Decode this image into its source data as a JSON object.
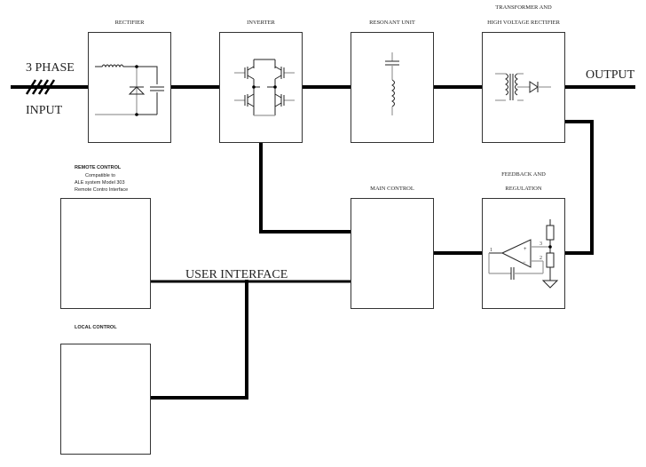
{
  "diagram": {
    "title": "High voltage power supply block diagram",
    "blocks": {
      "rectifier": {
        "label": "RECTIFIER"
      },
      "inverter": {
        "label": "INVERTER"
      },
      "resonant": {
        "label": "RESONANT UNIT"
      },
      "transformer": {
        "label_line1": "TRANSFORMER AND",
        "label_line2": "HIGH VOLTAGE RECTIFIER"
      },
      "main_control": {
        "label": "MAIN CONTROL"
      },
      "feedback": {
        "label_line1": "FEEDBACK AND",
        "label_line2": "REGULATION"
      },
      "remote_control": {
        "label": "REMOTE CONTROL",
        "sub1": "Compatible to",
        "sub2": "ALE system Model 303",
        "sub3": "Remote Contro Interface"
      },
      "local_control": {
        "label": "LOCAL CONTROL"
      }
    },
    "signals": {
      "input_top": "3 PHASE",
      "input_bottom": "INPUT",
      "output": "OUTPUT",
      "user_interface": "USER INTERFACE"
    },
    "opamp_pins": {
      "p1": "1",
      "p2": "2",
      "p3": "3"
    },
    "icons": {
      "three_phase": "three-phase-slash-icon",
      "rectifier": "lc-diode-filter-icon",
      "inverter": "igbt-bridge-icon",
      "resonant": "lc-series-icon",
      "transformer": "transformer-diode-icon",
      "feedback": "opamp-integrator-icon"
    }
  }
}
